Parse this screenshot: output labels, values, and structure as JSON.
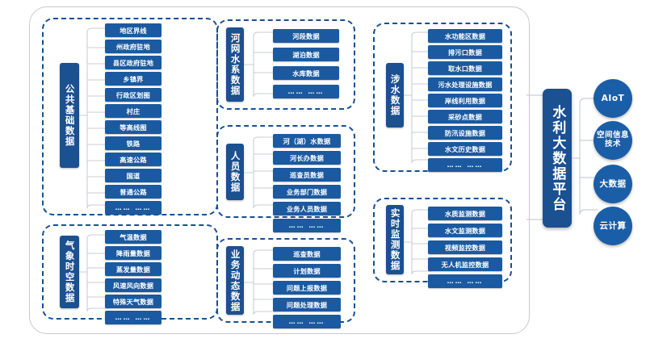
{
  "diagram": {
    "title": "水利大数据平台架构图",
    "colors": {
      "category_blue": "#1b5091",
      "item_blue": "#1b5aa0",
      "circle_blue": "#1b5ea8",
      "dashed_border": "#174f94",
      "frame_border": "#c8c8d2",
      "connector": "#c9cdd6"
    },
    "groups": [
      {
        "id": "public-basic-data",
        "label": "公共基础数据",
        "items": [
          "地区界线",
          "州政府驻地",
          "县区政府驻地",
          "乡镇界",
          "行政区划图",
          "村庄",
          "等高线图",
          "铁路",
          "高速公路",
          "国道",
          "普通公路",
          "…… ……"
        ]
      },
      {
        "id": "meteo-spatiotemporal-data",
        "label": "气象时空数据",
        "items": [
          "气温数据",
          "降雨量数据",
          "蒸发量数据",
          "风速风向数据",
          "特殊天气数据",
          "…… ……"
        ]
      },
      {
        "id": "river-network-data",
        "label": "河网水系数据",
        "items": [
          "河段数据",
          "湖泊数据",
          "水库数据",
          "…… ……"
        ]
      },
      {
        "id": "personnel-data",
        "label": "人员数据",
        "items": [
          "河（湖）水数据",
          "河长办数据",
          "巡查员数据",
          "业务部门数据",
          "业务人员数据",
          "…… ……"
        ]
      },
      {
        "id": "business-dynamic-data",
        "label": "业务动态数据",
        "items": [
          "巡查数据",
          "计划数据",
          "问题上报数据",
          "问题处理数据",
          "…… ……"
        ]
      },
      {
        "id": "water-related-data",
        "label": "涉水数据",
        "items": [
          "水功能区数据",
          "排污口数据",
          "取水口数据",
          "污水处理设施数据",
          "岸线利用数据",
          "采砂点数据",
          "防汛设施数据",
          "水文历史数据",
          "…… ……"
        ]
      },
      {
        "id": "realtime-monitoring-data",
        "label": "实时监测数据",
        "items": [
          "水质监测数据",
          "水文监测数据",
          "视频监控数据",
          "无人机监控数据",
          "…… ……"
        ]
      }
    ],
    "platform": {
      "label": "水利大数据平台",
      "technologies": [
        "AIoT",
        "空间信息技术",
        "大数据",
        "云计算"
      ]
    }
  }
}
